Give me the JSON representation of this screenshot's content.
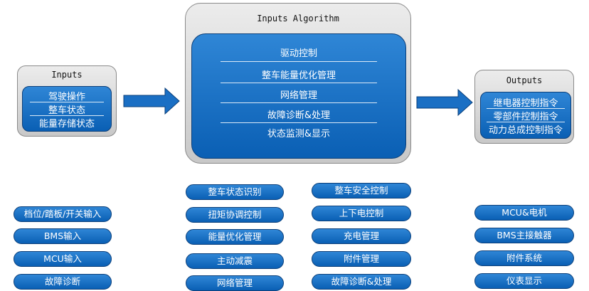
{
  "inputs": {
    "title": "Inputs",
    "items": [
      "驾驶操作",
      "整车状态",
      "能量存储状态"
    ]
  },
  "algorithm": {
    "title": "Inputs Algorithm",
    "items": [
      "驱动控制",
      "整车能量优化管理",
      "网络管理",
      "故障诊断&处理",
      "状态监测&显示"
    ]
  },
  "outputs": {
    "title": "Outputs",
    "items": [
      "继电器控制指令",
      "零部件控制指令",
      "动力总成控制指令"
    ]
  },
  "bottom": {
    "col1": [
      "档位/踏板/开关输入",
      "BMS输入",
      "MCU输入",
      "故障诊断"
    ],
    "col2": [
      "整车状态识别",
      "扭矩协调控制",
      "能量优化管理",
      "主动减震",
      "网络管理"
    ],
    "col3": [
      "整车安全控制",
      "上下电控制",
      "充电管理",
      "附件管理",
      "故障诊断&处理"
    ],
    "col4": [
      "MCU&电机",
      "BMS主接触器",
      "附件系统",
      "仪表显示"
    ]
  }
}
